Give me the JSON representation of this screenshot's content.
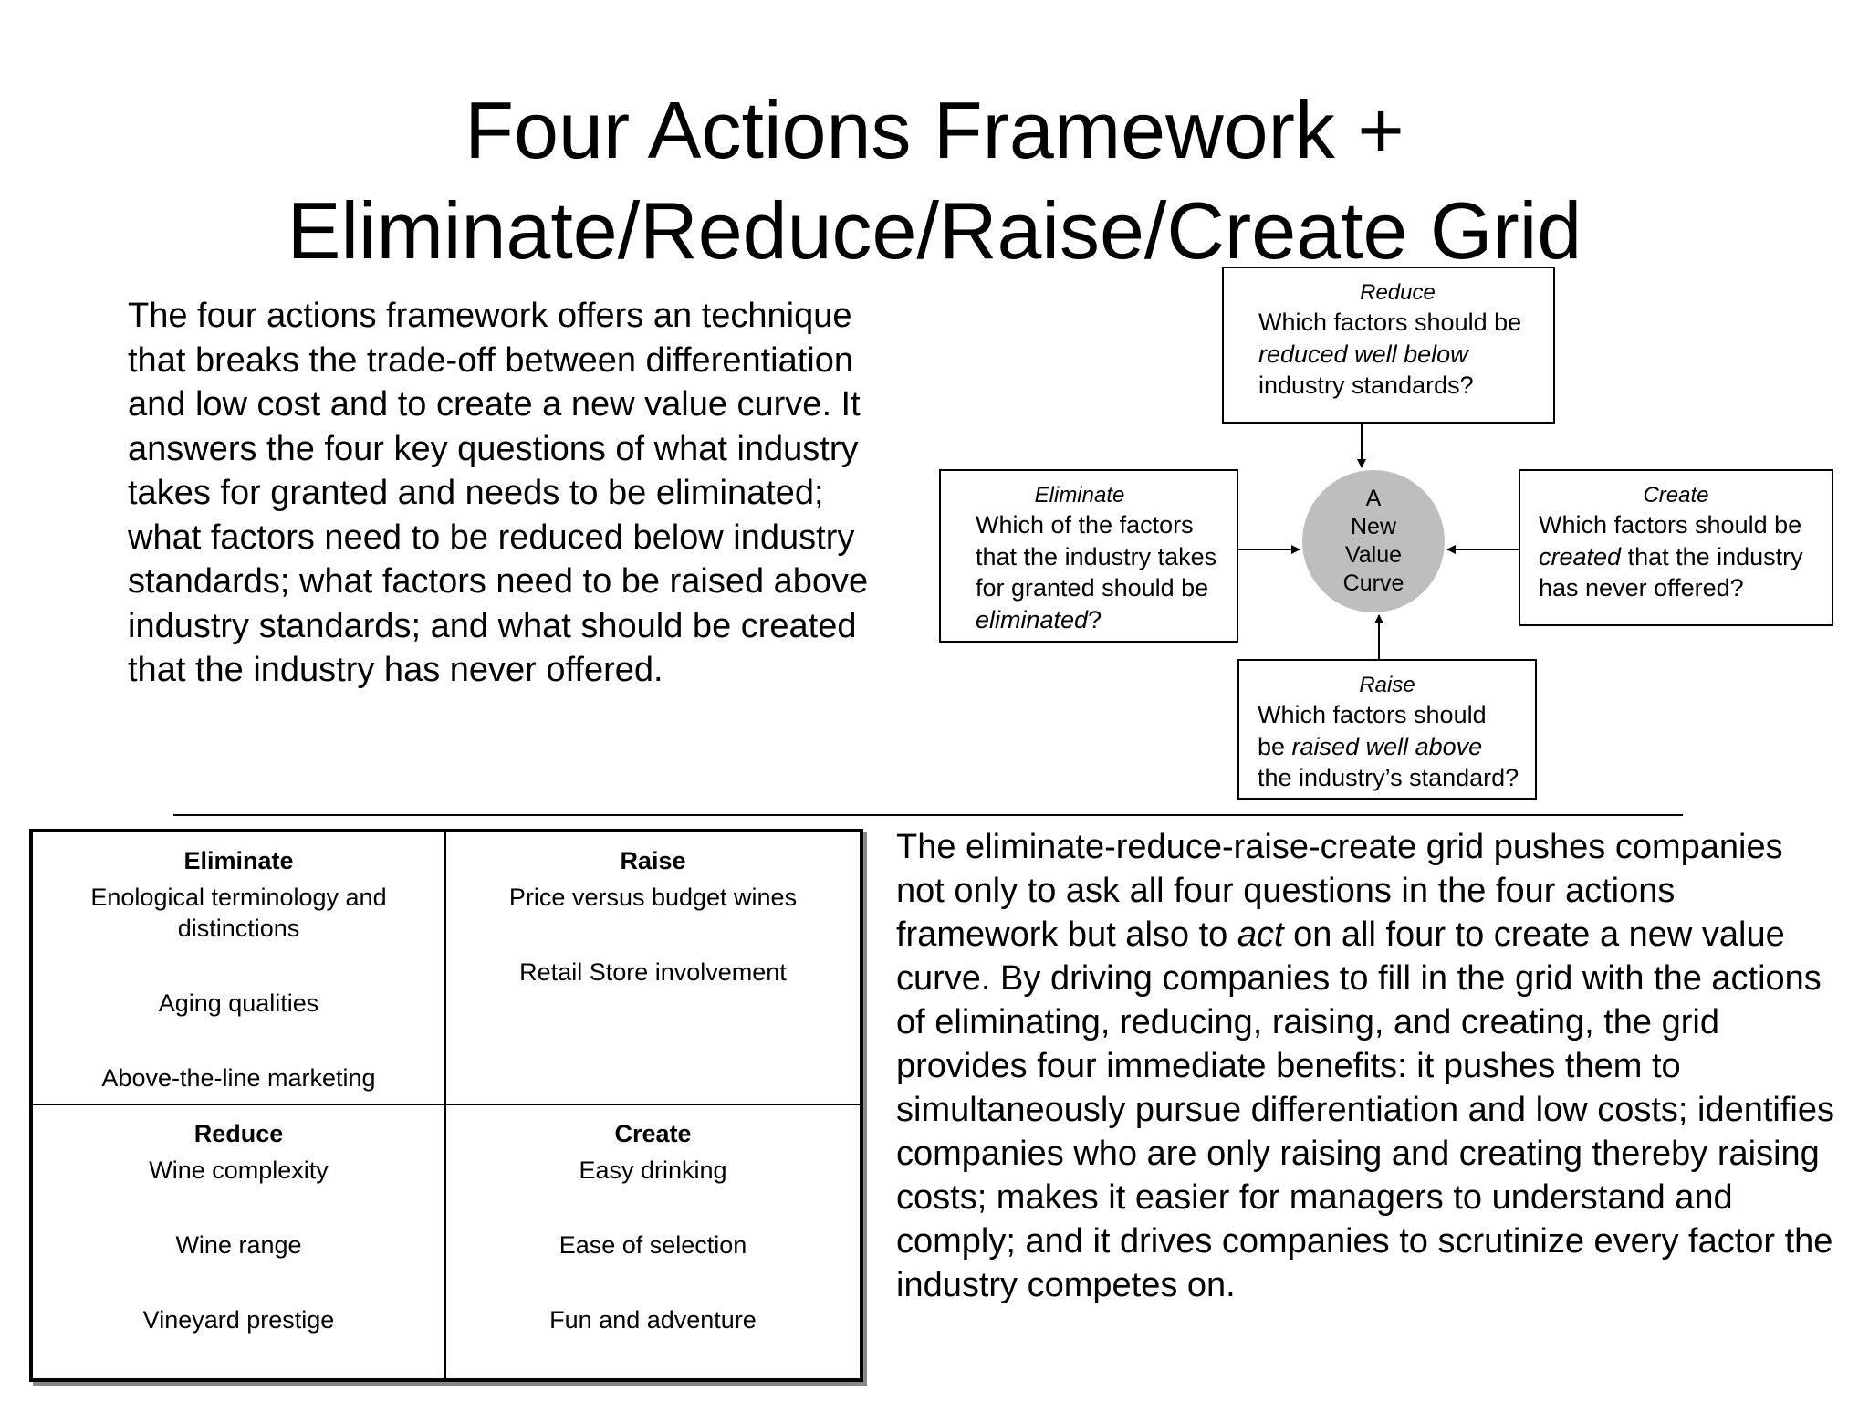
{
  "title": {
    "line1": "Four Actions Framework +",
    "line2": "Eliminate/Reduce/Raise/Create Grid"
  },
  "intro": "The four actions framework offers an technique that breaks the trade-off between differentiation and low cost and to create a new value curve.  It answers the four key questions of what industry takes for granted and needs to be eliminated; what factors need to be reduced below industry standards; what factors need to be raised above industry standards; and what should be created that the industry has never offered.",
  "diagram": {
    "center": [
      "A",
      "New",
      "Value",
      "Curve"
    ],
    "reduce": {
      "heading": "Reduce",
      "q1": "Which factors should be",
      "q2_em": "reduced well below",
      "q3": "industry standards?"
    },
    "eliminate": {
      "heading": "Eliminate",
      "q1": "Which of the factors",
      "q2": "that the industry takes",
      "q3": "for granted should be",
      "q4_em": "eliminated",
      "q4_end": "?"
    },
    "create": {
      "heading": "Create",
      "q1": "Which factors should be",
      "q2_em": "created",
      "q2_rest": " that the industry",
      "q3": "has never offered?"
    },
    "raise": {
      "heading": "Raise",
      "q1": "Which factors should",
      "q2_pre": "be ",
      "q2_em": "raised well above",
      "q3": "the industry’s standard?"
    }
  },
  "grid": {
    "eliminate": {
      "heading": "Eliminate",
      "items": [
        "Enological terminology and distinctions",
        "Aging qualities",
        "Above-the-line marketing"
      ]
    },
    "raise": {
      "heading": "Raise",
      "items": [
        "Price versus budget wines",
        "Retail Store involvement"
      ]
    },
    "reduce": {
      "heading": "Reduce",
      "items": [
        "Wine complexity",
        "Wine range",
        "Vineyard prestige"
      ]
    },
    "create": {
      "heading": "Create",
      "items": [
        "Easy drinking",
        "Ease of selection",
        "Fun and adventure"
      ]
    }
  },
  "outro": {
    "part1": "The eliminate-reduce-raise-create grid pushes companies not only to ask all four questions in the four actions framework but also to ",
    "em": "act",
    "part2": " on all four to create a new value curve.  By driving companies to fill in the grid with the actions of eliminating, reducing, raising, and creating, the grid provides four immediate benefits: it pushes them to simultaneously pursue differentiation and low costs; identifies companies who are only raising and creating thereby raising costs; makes it easier for managers to understand and comply; and it drives companies to scrutinize every factor the industry competes on."
  }
}
